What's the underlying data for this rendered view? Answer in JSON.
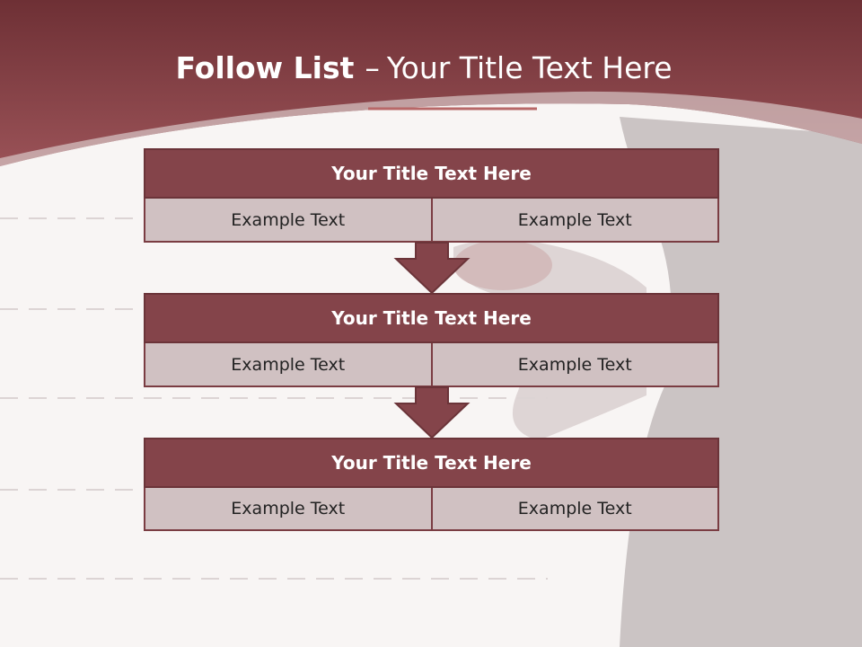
{
  "slide": {
    "title_bold": "Follow List",
    "title_dash": "–",
    "title_rest": "Your Title Text Here"
  },
  "blocks": [
    {
      "title": "Your Title Text Here",
      "cells": [
        "Example Text",
        "Example Text"
      ]
    },
    {
      "title": "Your Title Text Here",
      "cells": [
        "Example Text",
        "Example Text"
      ]
    },
    {
      "title": "Your Title Text Here",
      "cells": [
        "Example Text",
        "Example Text"
      ]
    }
  ],
  "colors": {
    "header": "#84444a",
    "cell": "#d0c1c2",
    "banner": "#8a4448",
    "arrow": "#84444a"
  }
}
